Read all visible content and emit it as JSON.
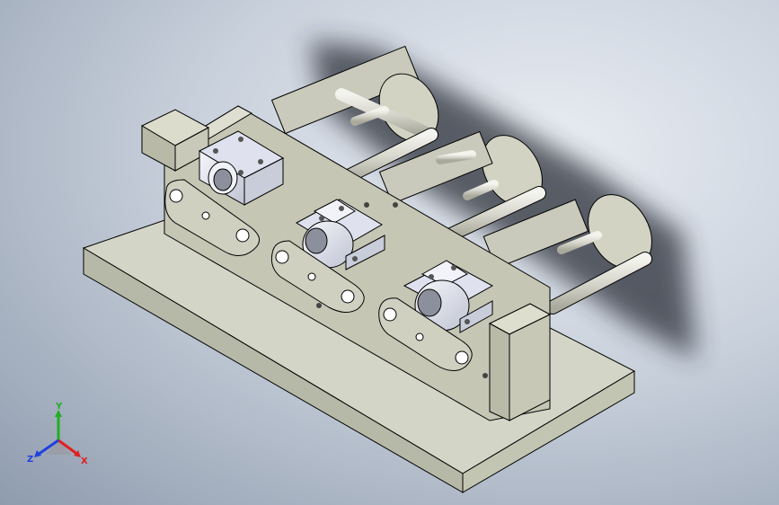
{
  "viewport": {
    "background_colors": {
      "center": "#e9edf3",
      "mid": "#c9d1dc",
      "edge": "#8f9cae"
    }
  },
  "model": {
    "part_colors": {
      "base_plate": "#c9cbbb",
      "fixture": "#c7c8b6",
      "bearing_block": "#e6e8f2",
      "rods": "#d8d8cf",
      "shadow": "#2a2f38"
    }
  },
  "triad": {
    "x_label": "X",
    "y_label": "Y",
    "z_label": "Z",
    "colors": {
      "x": "#e02020",
      "y": "#20b020",
      "z": "#2040e0"
    }
  }
}
